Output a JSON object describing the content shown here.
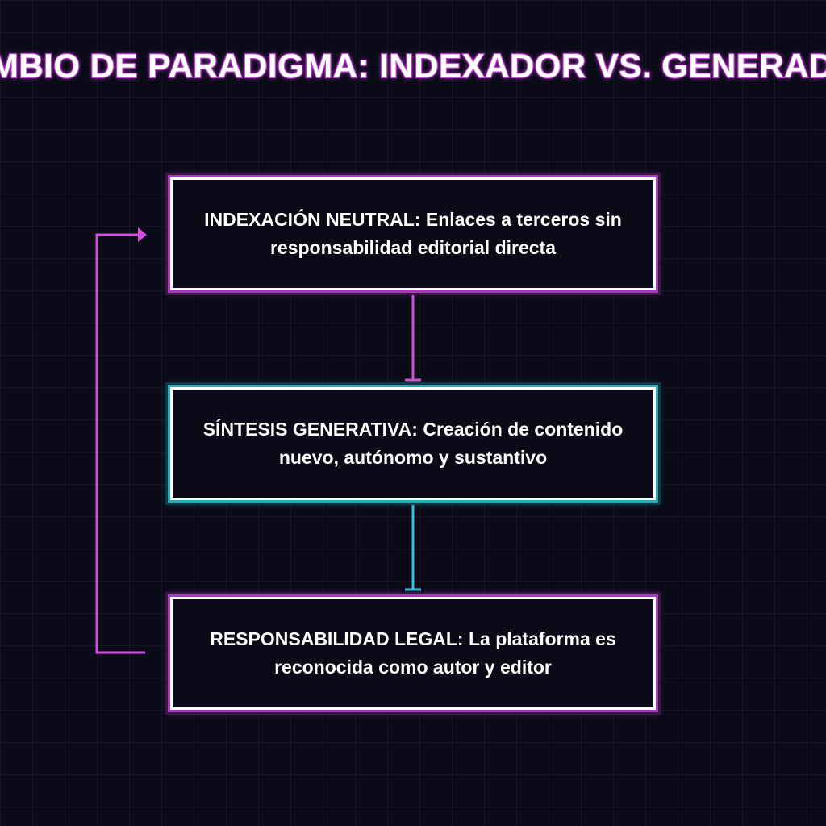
{
  "title": "CAMBIO DE PARADIGMA: INDEXADOR VS. GENERADOR",
  "nodes": [
    {
      "text": "INDEXACIÓN NEUTRAL: Enlaces a terceros sin responsabilidad editorial directa"
    },
    {
      "text": "SÍNTESIS GENERATIVA: Creación de contenido nuevo, autónomo y sustantivo"
    },
    {
      "text": "RESPONSABILIDAD LEGAL: La plataforma es reconocida como autor y editor"
    }
  ],
  "colors": {
    "background": "#0b0b18",
    "magenta": "#d04ee0",
    "cyan": "#2ec4dc",
    "box_border": "#ffffff",
    "text": "#ffffff"
  }
}
